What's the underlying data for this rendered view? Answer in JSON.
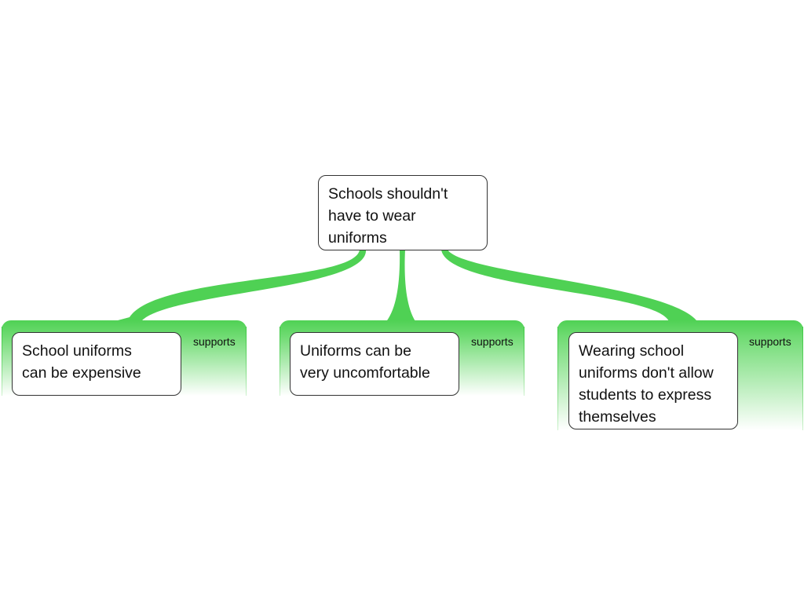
{
  "colors": {
    "connector": "#4fd154",
    "node_border": "#333333",
    "node_fill": "#ffffff"
  },
  "root": {
    "text": "Schools shouldn't\nhave to wear\nuniforms"
  },
  "branches": [
    {
      "text": "School uniforms\ncan be expensive",
      "relation": "supports"
    },
    {
      "text": "Uniforms can be\nvery uncomfortable",
      "relation": "supports"
    },
    {
      "text": "Wearing school\nuniforms don't allow\nstudents to express\nthemselves",
      "relation": "supports"
    }
  ]
}
